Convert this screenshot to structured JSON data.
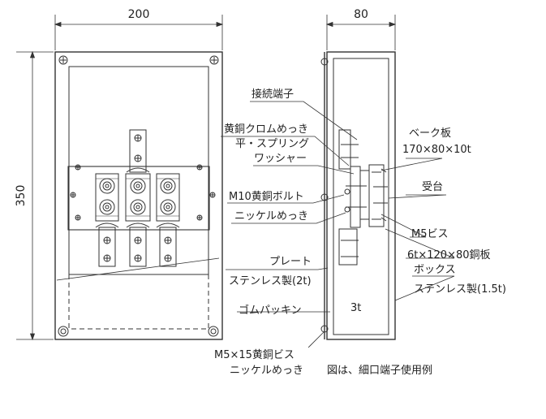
{
  "dimensions": {
    "front_width": "200",
    "side_width": "80",
    "height": "350"
  },
  "labels": {
    "terminal": "接続端子",
    "brass_chrome": "黄銅クロムめっき",
    "flat_spring": "平・スプリング",
    "washer": "ワッシャー",
    "bakelite": "ベーク板",
    "bakelite_size": "170×80×10t",
    "stand": "受台",
    "bolt": "M10黄銅ボルト",
    "bolt_plating": "ニッケルめっき",
    "screw_m5": "M5ビス",
    "copper_plate": "6t×120×80銅板",
    "box": "ボックス",
    "box_material": "ステンレス製(1.5t)",
    "plate": "プレート",
    "plate_material": "ステンレス製(2t)",
    "rubber": "ゴムパッキン",
    "thickness": "3t",
    "screw_m5x15": "M5×15黄銅ビス",
    "screw_plating": "ニッケルめっき",
    "note": "図は、細口端子使用例"
  }
}
